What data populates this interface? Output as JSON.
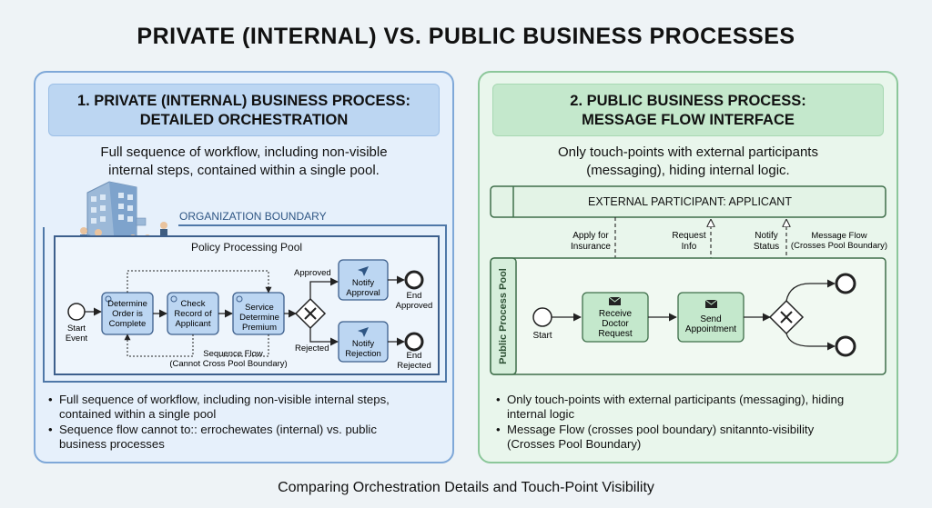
{
  "title": "PRIVATE (INTERNAL) VS. PUBLIC BUSINESS PROCESSES",
  "footer": "Comparing Orchestration Details and Touch-Point Visibility",
  "left": {
    "header_line1": "1. PRIVATE (INTERNAL) BUSINESS PROCESS:",
    "header_line2": "DETAILED ORCHESTRATION",
    "desc_line1": "Full sequence of workflow, including non-visible",
    "desc_line2": "internal steps, contained within a single pool.",
    "org_boundary": "ORGANIZATION BOUNDARY",
    "pool_label": "Policy Processing Pool",
    "start_label": [
      "Start",
      "Event"
    ],
    "tasks": [
      [
        "Determine",
        "Order is",
        "Complete"
      ],
      [
        "Check",
        "Record of",
        "Applicant"
      ],
      [
        "Service",
        "Determine",
        "Premium"
      ]
    ],
    "approved_label": "Approved",
    "rejected_label": "Rejected",
    "notify_approval": [
      "Notify",
      "Approval"
    ],
    "notify_rejection": [
      "Notify",
      "Rejection"
    ],
    "end_approved": [
      "End",
      "Approved"
    ],
    "end_rejected": [
      "End",
      "Rejected"
    ],
    "sequence_flow": [
      "Sequence Flow",
      "(Cannot Cross Pool Boundary)"
    ],
    "bullets": [
      {
        "line1": "Full sequence of workflow, including non-visible internal steps,",
        "line2": "contained within a single pool"
      },
      {
        "line1": "Sequence flow cannot to:: errochewates (internal) vs. public",
        "line2": "business processes"
      }
    ]
  },
  "right": {
    "header_line1": "2. PUBLIC BUSINESS PROCESS:",
    "header_line2": "MESSAGE FLOW INTERFACE",
    "desc_line1": "Only touch-points with external participants",
    "desc_line2": "(messaging), hiding internal logic.",
    "external_participant": "EXTERNAL PARTICIPANT: APPLICANT",
    "apply_label": [
      "Apply for",
      "Insurance"
    ],
    "request_label": [
      "Request",
      "Info"
    ],
    "notify_label": [
      "Notify",
      "Status"
    ],
    "message_flow_label": [
      "Message Flow",
      "(Crosses Pool Boundary)"
    ],
    "pool_label": "Public Process Pool",
    "start_label": "Start",
    "task1": [
      "Receive",
      "Doctor",
      "Request"
    ],
    "task2": [
      "Send",
      "Appointment"
    ],
    "bullets": [
      {
        "line1": "Only touch-points with external participants (messaging), hiding",
        "line2": "internal logic"
      },
      {
        "line1": "Message Flow (crosses pool boundary) snitannto-visibility",
        "line2": "(Crosses Pool Boundary)"
      }
    ]
  },
  "colors": {
    "left_panel": "#e6f0fb",
    "right_panel": "#e9f6ec",
    "task_blue": "#bcd6f2",
    "task_green": "#c4e8cc"
  }
}
